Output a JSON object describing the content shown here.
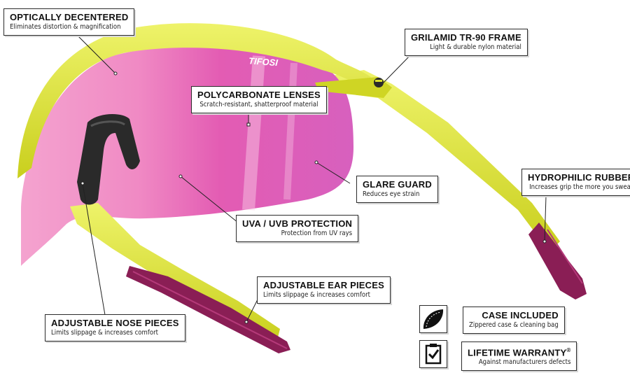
{
  "brand": {
    "logo": "TIFOSI"
  },
  "colors": {
    "frame": "#d9e02a",
    "lens": "#e46fb8",
    "rubber": "#8a1e55",
    "nose": "#2a2a2a",
    "callout_border": "#2b2b2b"
  },
  "callouts": {
    "optically_decentered": {
      "title": "OPTICALLY DECENTERED",
      "subtitle": "Eliminates distortion & magnification"
    },
    "grilamid_frame": {
      "title": "GRILAMID TR-90 FRAME",
      "subtitle": "Light & durable nylon material"
    },
    "polycarbonate": {
      "title": "POLYCARBONATE LENSES",
      "subtitle": "Scratch-resistant, shatterproof material"
    },
    "glare_guard": {
      "title": "GLARE GUARD",
      "subtitle": "Reduces eye strain"
    },
    "hydrophilic": {
      "title": "HYDROPHILIC RUBBER",
      "subtitle": "Increases grip the more you sweat"
    },
    "uva_uvb": {
      "title": "UVA / UVB PROTECTION",
      "subtitle": "Protection from UV rays"
    },
    "ear_pieces": {
      "title": "ADJUSTABLE EAR PIECES",
      "subtitle": "Limits slippage & increases comfort"
    },
    "nose_pieces": {
      "title": "ADJUSTABLE NOSE PIECES",
      "subtitle": "Limits slippage & increases comfort"
    },
    "case": {
      "title": "CASE INCLUDED",
      "subtitle": "Zippered case & cleaning bag",
      "icon": "case-icon"
    },
    "warranty": {
      "title": "LIFETIME WARRANTY",
      "mark": "®",
      "subtitle": "Against manufacturers defects",
      "icon": "checklist-icon"
    }
  }
}
